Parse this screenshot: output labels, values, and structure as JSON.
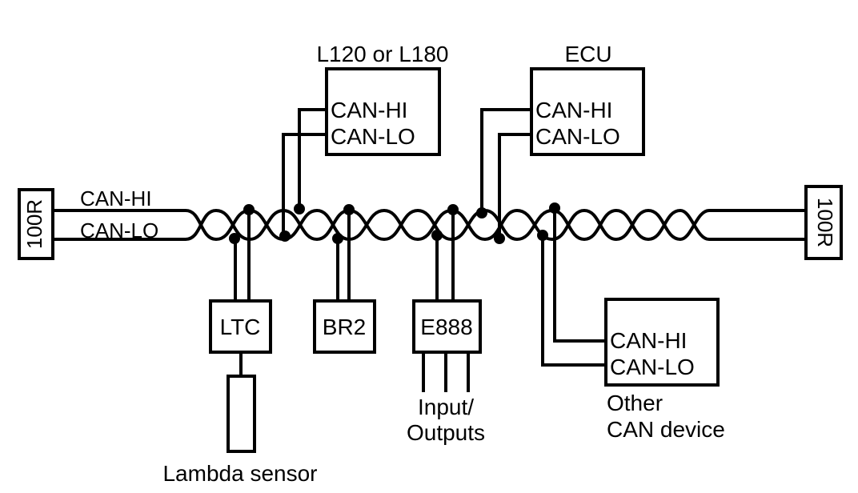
{
  "bus": {
    "hi_label": "CAN-HI",
    "lo_label": "CAN-LO",
    "terminator_left": "100R",
    "terminator_right": "100R"
  },
  "devices": {
    "l120": {
      "title": "L120 or L180",
      "hi": "CAN-HI",
      "lo": "CAN-LO"
    },
    "ecu": {
      "title": "ECU",
      "hi": "CAN-HI",
      "lo": "CAN-LO"
    },
    "ltc": {
      "name": "LTC",
      "sensor_caption": "Lambda sensor"
    },
    "br2": {
      "name": "BR2"
    },
    "e888": {
      "name": "E888",
      "caption_line1": "Input/",
      "caption_line2": "Outputs"
    },
    "other": {
      "hi": "CAN-HI",
      "lo": "CAN-LO",
      "caption_line1": "Other",
      "caption_line2": "CAN device"
    }
  }
}
